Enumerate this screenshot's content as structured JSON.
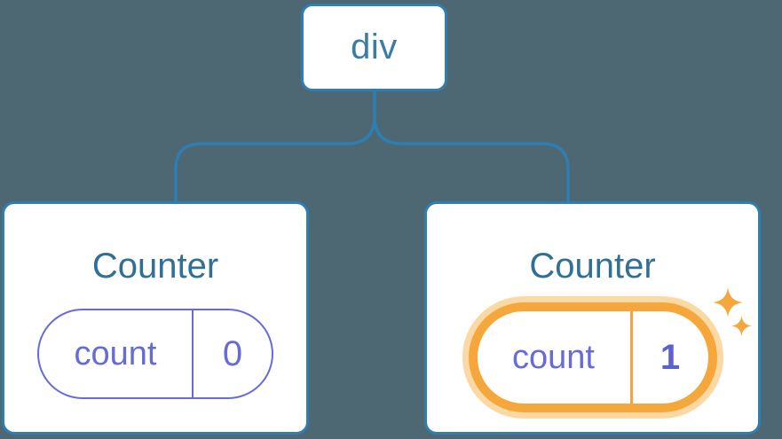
{
  "diagram": {
    "root": {
      "label": "div"
    },
    "children": [
      {
        "title": "Counter",
        "state_key": "count",
        "state_value": "0",
        "highlighted": false
      },
      {
        "title": "Counter",
        "state_key": "count",
        "state_value": "1",
        "highlighted": true
      }
    ]
  },
  "icons": {
    "sparkle": "sparkle-icon"
  },
  "colors": {
    "background": "#4d6773",
    "node_fill": "#ffffff",
    "node_border": "#2e7eb2",
    "connector": "#2e7eb2",
    "root_label": "#3a7ca6",
    "card_title": "#316f96",
    "state_purple": "#666bd8",
    "highlight_value": "#5b61d2",
    "highlight_ring": "#f6a73c",
    "highlight_halo": "#fbd9a4",
    "highlight_divider": "#f2a443",
    "sparkle": "#f6a73c"
  }
}
